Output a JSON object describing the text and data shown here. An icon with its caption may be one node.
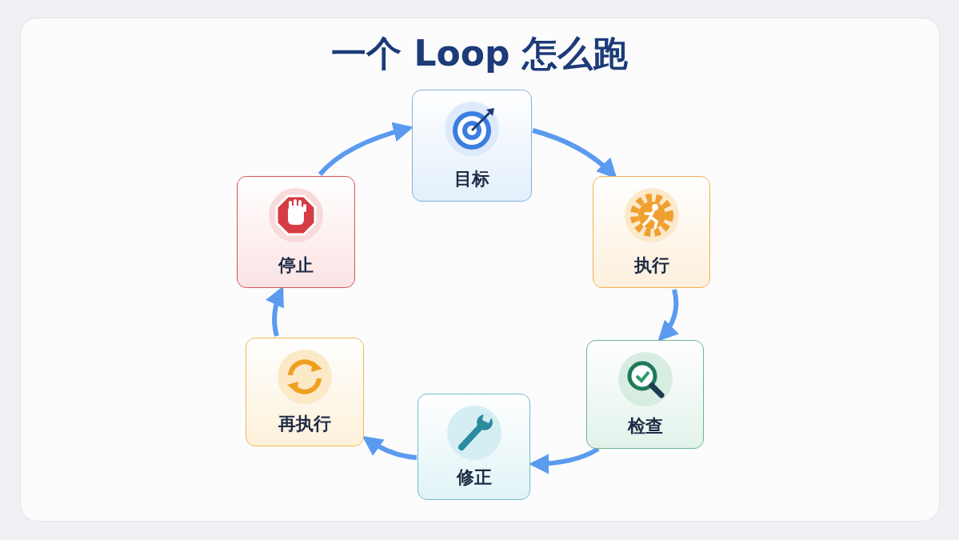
{
  "diagram": {
    "title": "一个 Loop 怎么跑",
    "nodes": [
      {
        "text": [
          "目标"
        ]
      },
      {
        "text": [
          "执行"
        ]
      },
      {
        "text": [
          "检查"
        ]
      },
      {
        "text": [
          "修正"
        ]
      },
      {
        "text": [
          "再执行"
        ]
      },
      {
        "text": [
          "停止"
        ]
      }
    ],
    "edges": [
      {
        "from": 0,
        "to": 1,
        "arrow": "to"
      },
      {
        "from": 1,
        "to": 2,
        "arrow": "to"
      },
      {
        "from": 2,
        "to": 3,
        "arrow": "to"
      },
      {
        "from": 3,
        "to": 4,
        "arrow": "to"
      },
      {
        "from": 4,
        "to": 5,
        "arrow": "to"
      },
      {
        "from": 5,
        "to": 0,
        "arrow": "to"
      }
    ]
  }
}
